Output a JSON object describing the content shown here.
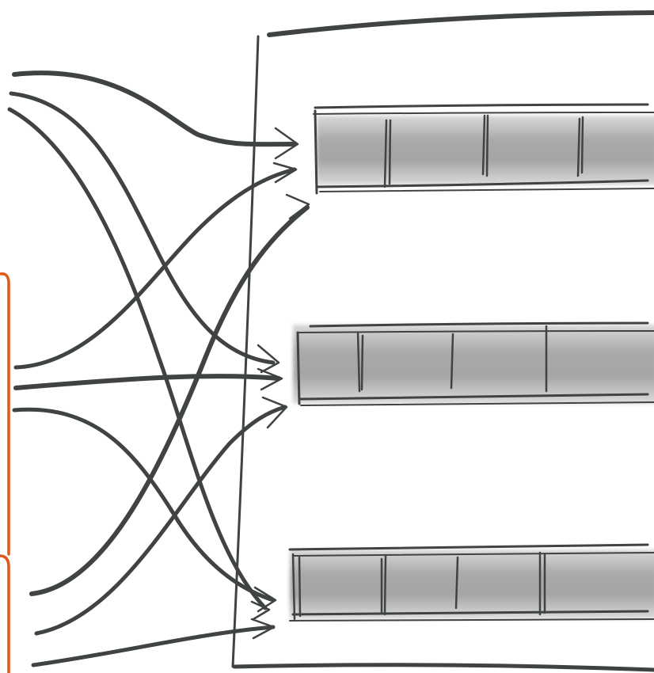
{
  "diagram": {
    "description_free": true,
    "colors": {
      "ink": "#3f4343",
      "accent": "#e0581a",
      "shade": "#9a9a9a",
      "background": "#ffffff"
    },
    "icons": [
      "arrow-head-icon",
      "queue-icon"
    ],
    "source_groups": 2,
    "queues": 3,
    "connections": 9
  }
}
